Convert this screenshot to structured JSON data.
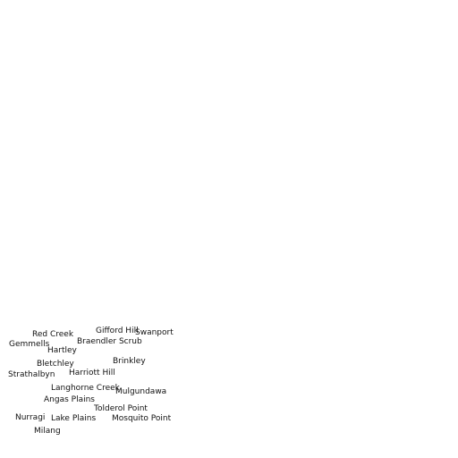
{
  "map": {
    "places": [
      {
        "id": "red-creek",
        "label": "Red Creek"
      },
      {
        "id": "gifford-hill",
        "label": "Gifford Hill"
      },
      {
        "id": "swanport",
        "label": "Swanport"
      },
      {
        "id": "gemmells",
        "label": "Gemmells"
      },
      {
        "id": "braendler-scrub",
        "label": "Braendler Scrub"
      },
      {
        "id": "hartley",
        "label": "Hartley"
      },
      {
        "id": "brinkley",
        "label": "Brinkley"
      },
      {
        "id": "bletchley",
        "label": "Bletchley"
      },
      {
        "id": "strathalbyn",
        "label": "Strathalbyn"
      },
      {
        "id": "harriott-hill",
        "label": "Harriott Hill"
      },
      {
        "id": "langhorne-creek",
        "label": "Langhorne Creek"
      },
      {
        "id": "mulgundawa",
        "label": "Mulgundawa"
      },
      {
        "id": "angas-plains",
        "label": "Angas Plains"
      },
      {
        "id": "tolderol-point",
        "label": "Tolderol Point"
      },
      {
        "id": "nurragi",
        "label": "Nurragi"
      },
      {
        "id": "lake-plains",
        "label": "Lake Plains"
      },
      {
        "id": "mosquito-point",
        "label": "Mosquito Point"
      },
      {
        "id": "milang",
        "label": "Milang"
      }
    ]
  }
}
